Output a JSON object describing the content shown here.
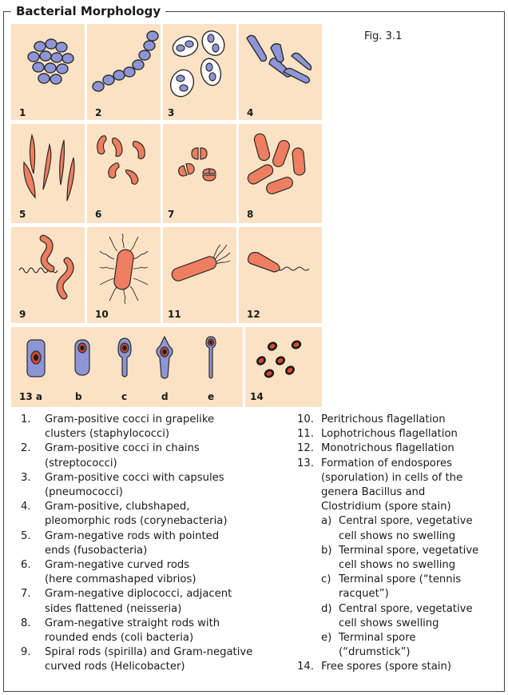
{
  "title": "Bacterial Morphology",
  "figure_label": "Fig. 3.1",
  "colors": {
    "panel_bg": "#fbe2c4",
    "gram_positive": "#8e95d6",
    "gram_negative": "#ef7d5f",
    "outline": "#2b2b2b",
    "spore": "#d9482c",
    "spore_core": "#1a1a1a"
  },
  "panels": [
    {
      "number": "1"
    },
    {
      "number": "2"
    },
    {
      "number": "3"
    },
    {
      "number": "4"
    },
    {
      "number": "5"
    },
    {
      "number": "6"
    },
    {
      "number": "7"
    },
    {
      "number": "8"
    },
    {
      "number": "9"
    },
    {
      "number": "10"
    },
    {
      "number": "11"
    },
    {
      "number": "12"
    }
  ],
  "spore_panel": {
    "labels": [
      "13 a",
      "b",
      "c",
      "d",
      "e"
    ],
    "free_spores_label": "14"
  },
  "legend_left": [
    {
      "n": "1.",
      "lines": [
        "Gram-positive cocci in grapelike",
        "clusters (staphylococci)"
      ]
    },
    {
      "n": "2.",
      "lines": [
        "Gram-positive cocci in chains",
        "(streptococci)"
      ]
    },
    {
      "n": "3.",
      "lines": [
        "Gram-positive cocci with capsules",
        "(pneumococci)"
      ]
    },
    {
      "n": "4.",
      "lines": [
        "Gram-positive, clubshaped,",
        "pleomorphic rods (corynebacteria)"
      ]
    },
    {
      "n": "5.",
      "lines": [
        "Gram-negative rods with pointed",
        "ends (fusobacteria)"
      ]
    },
    {
      "n": "6.",
      "lines": [
        "Gram-negative curved rods",
        "(here commashaped vibrios)"
      ]
    },
    {
      "n": "7.",
      "lines": [
        "Gram-negative diplococci, adjacent",
        "sides flattened (neisseria)"
      ]
    },
    {
      "n": "8.",
      "lines": [
        "Gram-negative straight rods with",
        "rounded ends (coli bacteria)"
      ]
    },
    {
      "n": "9.",
      "lines": [
        "Spiral rods (spirilla) and Gram-negative",
        "curved rods (Helicobacter)"
      ]
    }
  ],
  "legend_right": [
    {
      "n": "10.",
      "lines": [
        "Peritrichous flagellation"
      ]
    },
    {
      "n": "11.",
      "lines": [
        "Lophotrichous flagellation"
      ]
    },
    {
      "n": "12.",
      "lines": [
        "Monotrichous flagellation"
      ]
    },
    {
      "n": "13.",
      "lines": [
        "Formation of endospores",
        "(sporulation) in cells of the",
        "genera Bacillus and",
        "Clostridium (spore stain)"
      ]
    }
  ],
  "legend_sub": [
    {
      "n": "a)",
      "lines": [
        "Central spore, vegetative",
        "cell shows no swelling"
      ]
    },
    {
      "n": "b)",
      "lines": [
        "Terminal spore, vegetative",
        "cell shows no swelling"
      ]
    },
    {
      "n": "c)",
      "lines": [
        "Terminal spore (“tennis",
        "racquet”)"
      ]
    },
    {
      "n": "d)",
      "lines": [
        "Central spore, vegetative",
        "cell shows swelling"
      ]
    },
    {
      "n": "e)",
      "lines": [
        "Terminal spore",
        "(“drumstick”)"
      ]
    }
  ],
  "legend_last": {
    "n": "14.",
    "lines": [
      "Free spores (spore stain)"
    ]
  }
}
